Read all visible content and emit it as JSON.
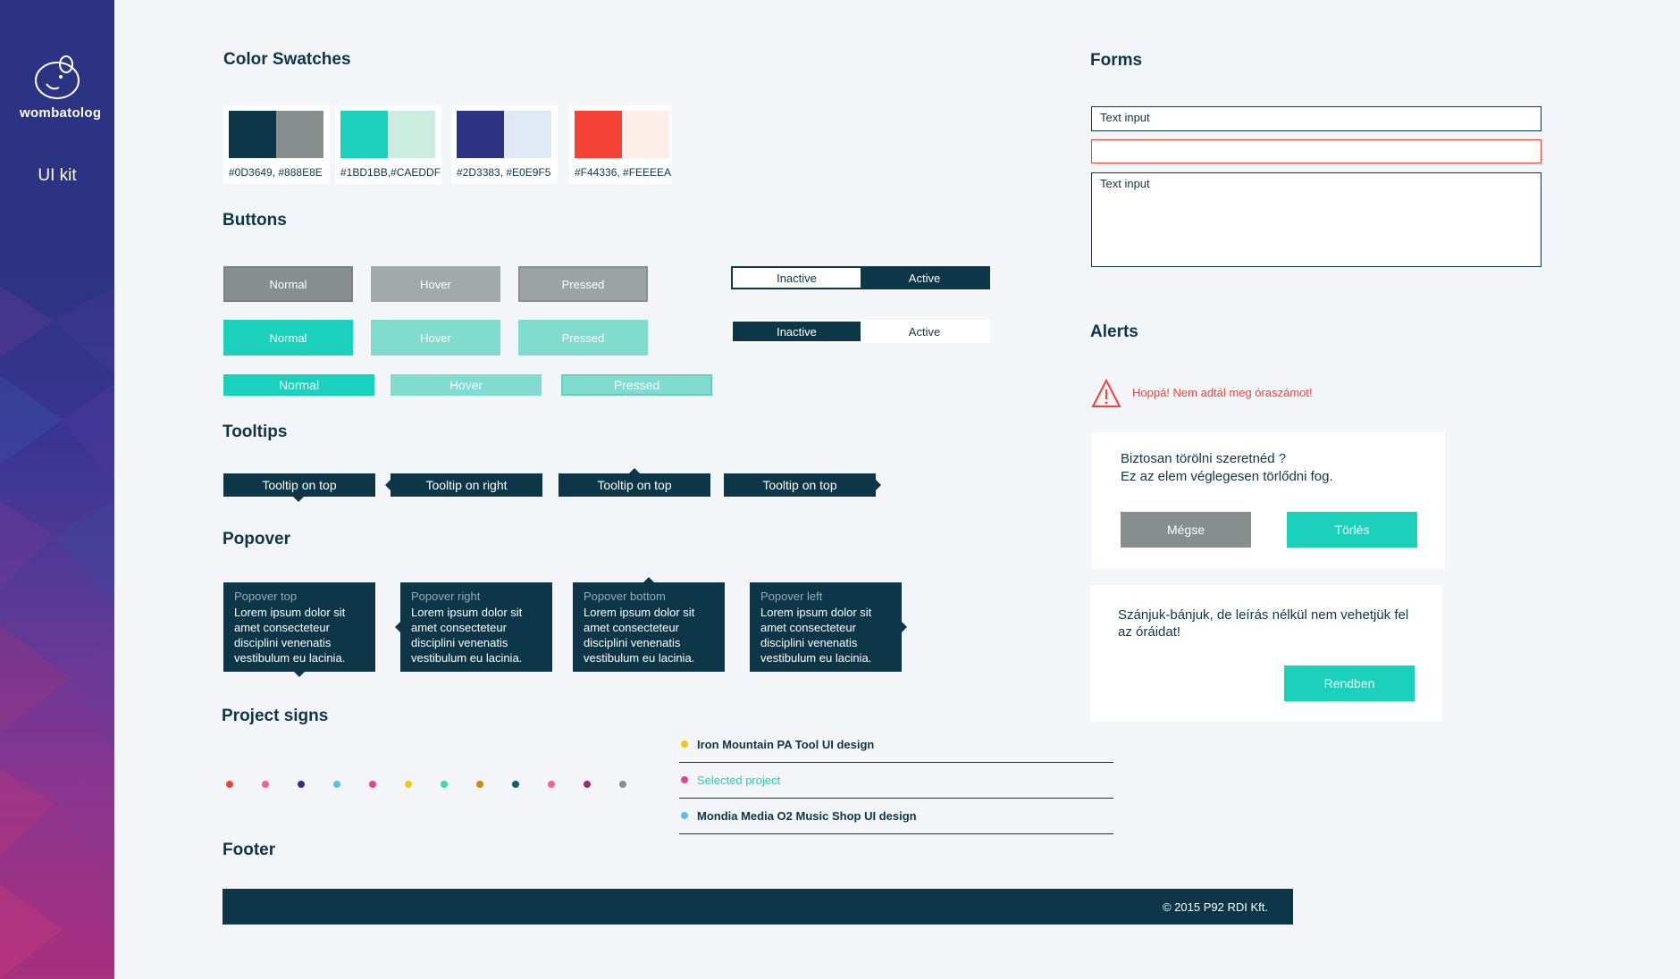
{
  "sidebar": {
    "logo_text": "wombatolog",
    "title": "UI kit"
  },
  "headings": {
    "swatches": "Color Swatches",
    "buttons": "Buttons",
    "tooltips": "Tooltips",
    "popover": "Popover",
    "project_signs": "Project signs",
    "footer": "Footer",
    "forms": "Forms",
    "alerts": "Alerts"
  },
  "swatches": [
    {
      "label": "#0D3649, #888E8E",
      "colors": [
        "#0D3649",
        "#888E8E"
      ]
    },
    {
      "label": "#1BD1BB,#CAEDDF",
      "colors": [
        "#1BD1BB",
        "#CAEDDF"
      ]
    },
    {
      "label": "#2D3383, #E0E9F5",
      "colors": [
        "#2D3383",
        "#E0E9F5"
      ]
    },
    {
      "label": "#F44336, #FEEEEA",
      "colors": [
        "#F44336",
        "#FEEEEA"
      ]
    }
  ],
  "buttons": {
    "gray": [
      "Normal",
      "Hover",
      "Pressed"
    ],
    "teal": [
      "Normal",
      "Hover",
      "Pressed"
    ],
    "teal_flat": [
      "Normal",
      "Hover",
      "Pressed"
    ],
    "toggle1": [
      "Inactive",
      "Active"
    ],
    "toggle2": [
      "Inactive",
      "Active"
    ]
  },
  "tooltips": [
    "Tooltip on top",
    "Tooltip on right",
    "Tooltip on top",
    "Tooltip on top"
  ],
  "popovers": [
    {
      "title": "Popover top",
      "body": "Lorem ipsum dolor sit amet consecteteur disciplini venenatis vestibulum eu lacinia."
    },
    {
      "title": "Popover right",
      "body": "Lorem ipsum dolor sit amet consecteteur disciplini venenatis vestibulum eu lacinia."
    },
    {
      "title": "Popover bottom",
      "body": "Lorem ipsum dolor sit amet consecteteur disciplini venenatis vestibulum eu lacinia."
    },
    {
      "title": "Popover left",
      "body": "Lorem ipsum dolor sit amet consecteteur disciplini venenatis vestibulum eu lacinia."
    }
  ],
  "project_sign_colors": [
    "#F44336",
    "#F06292",
    "#2D3383",
    "#5BC0EB",
    "#E84393",
    "#F5C518",
    "#3DDC97",
    "#D4870E",
    "#0D5E6E",
    "#F06292",
    "#A2257F",
    "#888E8E"
  ],
  "projects": [
    {
      "name": "Iron Mountain PA Tool UI design",
      "color": "#F5C518",
      "selected": false
    },
    {
      "name": "Selected project",
      "color": "#E84393",
      "selected": true
    },
    {
      "name": "Mondia Media O2 Music Shop UI design",
      "color": "#5BC0EB",
      "selected": false
    }
  ],
  "footer": {
    "text": "© 2015 P92 RDI Kft."
  },
  "forms": {
    "input_value": "Text input",
    "textarea_value": "Text input"
  },
  "alerts": {
    "error_text": "Hoppá! Nem adtál meg óraszámot!",
    "confirm_title": "Biztosan törölni szeretnéd ?",
    "confirm_body": "Ez az elem véglegesen törlődni fog.",
    "cancel_label": "Mégse",
    "delete_label": "Törlés",
    "info_text": "Szánjuk-bánjuk, de leírás nélkül nem vehetjük fel az óráidat!",
    "ok_label": "Rendben"
  },
  "colors": {
    "navy": "#0D3649",
    "gray": "#888E8E",
    "teal": "#1BD1BB",
    "indigo": "#2D3383",
    "red": "#F44336"
  }
}
